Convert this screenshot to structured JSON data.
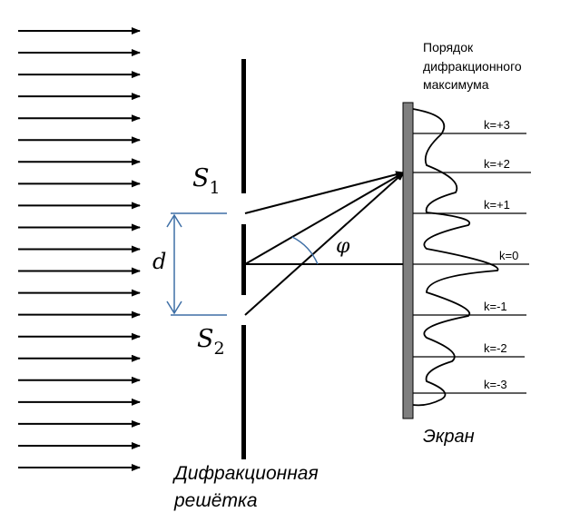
{
  "title_lines": [
    "Порядок",
    "дифракционного",
    "максимума"
  ],
  "slit_labels": {
    "s1_main": "S",
    "s1_sub": "1",
    "s2_main": "S",
    "s2_sub": "2"
  },
  "spacing_label": "d",
  "angle_label": "φ",
  "screen_label": "Экран",
  "grating_label_lines": [
    "Дифракционная",
    "решётка"
  ],
  "orders": [
    {
      "label": "k=+3",
      "k": 3
    },
    {
      "label": "k=+2",
      "k": 2
    },
    {
      "label": "k=+1",
      "k": 1
    },
    {
      "label": "k=0",
      "k": 0
    },
    {
      "label": "k=-1",
      "k": -1
    },
    {
      "label": "k=-2",
      "k": -2
    },
    {
      "label": "k=-3",
      "k": -3
    }
  ],
  "incident_ray_count": 21,
  "colors": {
    "line": "#000000",
    "screen_fill": "#7f7f7f",
    "dimension": "#3e6fa6",
    "angle_arc": "#3e6fa6"
  }
}
